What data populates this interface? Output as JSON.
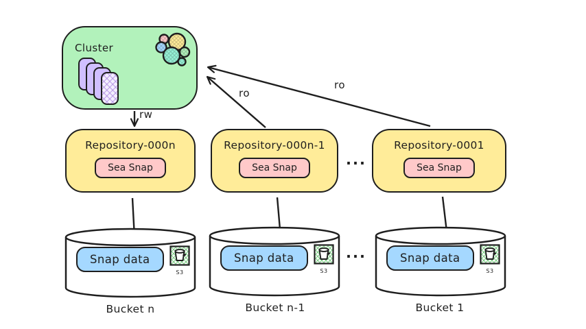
{
  "diagram": {
    "cluster": {
      "label": "Cluster",
      "nodes_icon": "stacked-nodes-icon",
      "logo_icon": "elasticsearch-logo"
    },
    "edges": {
      "rw": "rw",
      "ro_left": "ro",
      "ro_right": "ro"
    },
    "repositories": [
      {
        "label": "Repository-000n",
        "badge": "Sea Snap"
      },
      {
        "label": "Repository-000n-1",
        "badge": "Sea Snap"
      },
      {
        "label": "Repository-0001",
        "badge": "Sea Snap"
      }
    ],
    "repo_gap": "...",
    "bucket_gap": "...",
    "buckets": [
      {
        "badge": "Snap data",
        "icon_label": "S3",
        "caption": "Bucket n"
      },
      {
        "badge": "Snap data",
        "icon_label": "S3",
        "caption": "Bucket n-1"
      },
      {
        "badge": "Snap data",
        "icon_label": "S3",
        "caption": "Bucket 1"
      }
    ],
    "colors": {
      "cluster_fill": "#b2f2bb",
      "repository_fill": "#ffec99",
      "pink_badge_fill": "#ffc9c9",
      "blue_badge_fill": "#a5d8ff",
      "node_fill": "#d0bfff",
      "stroke": "#1e1e1e",
      "background": "#ffffff"
    }
  }
}
